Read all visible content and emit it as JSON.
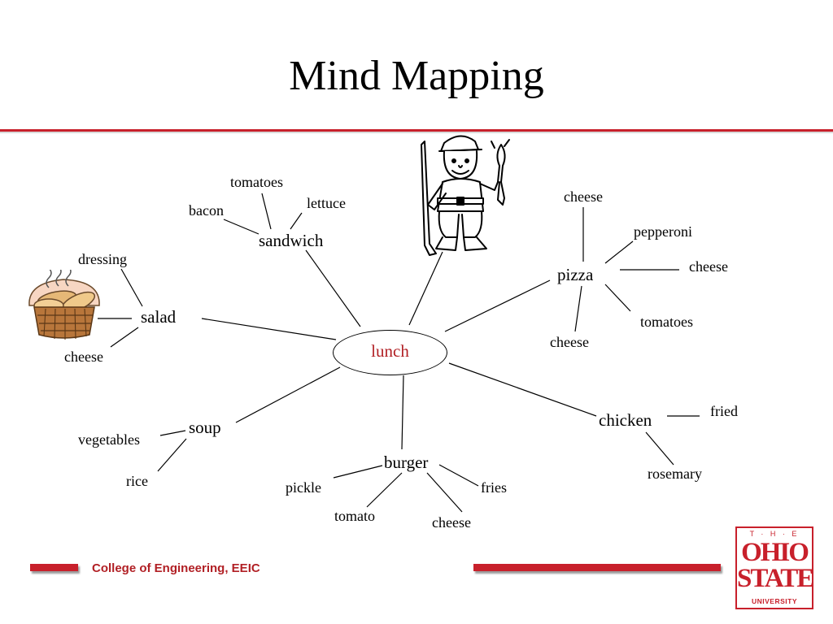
{
  "slide": {
    "title": "Mind Mapping",
    "footer_text": "College of Engineering, EEIC",
    "logo": {
      "top_text": "T · H · E",
      "line1": "OHIO",
      "line2": "STATE",
      "line3": "UNIVERSITY"
    }
  },
  "mind_map": {
    "center": "lunch",
    "branches": [
      {
        "label": "sandwich",
        "leaves": [
          "tomatoes",
          "bacon",
          "lettuce"
        ]
      },
      {
        "label": "salad",
        "leaves": [
          "dressing",
          "cheese"
        ]
      },
      {
        "label": "soup",
        "leaves": [
          "vegetables",
          "rice"
        ]
      },
      {
        "label": "burger",
        "leaves": [
          "pickle",
          "tomato",
          "cheese",
          "fries"
        ]
      },
      {
        "label": "chicken",
        "leaves": [
          "fried",
          "rosemary"
        ]
      },
      {
        "label": "pizza",
        "leaves": [
          "cheese",
          "pepperoni",
          "cheese",
          "tomatoes",
          "cheese"
        ]
      }
    ]
  },
  "colors": {
    "accent_red": "#c8202b",
    "footer_text": "#b11f24",
    "center_text": "#b11f24"
  },
  "icons": [
    "bread-basket-icon",
    "hunter-cartoon-icon"
  ]
}
